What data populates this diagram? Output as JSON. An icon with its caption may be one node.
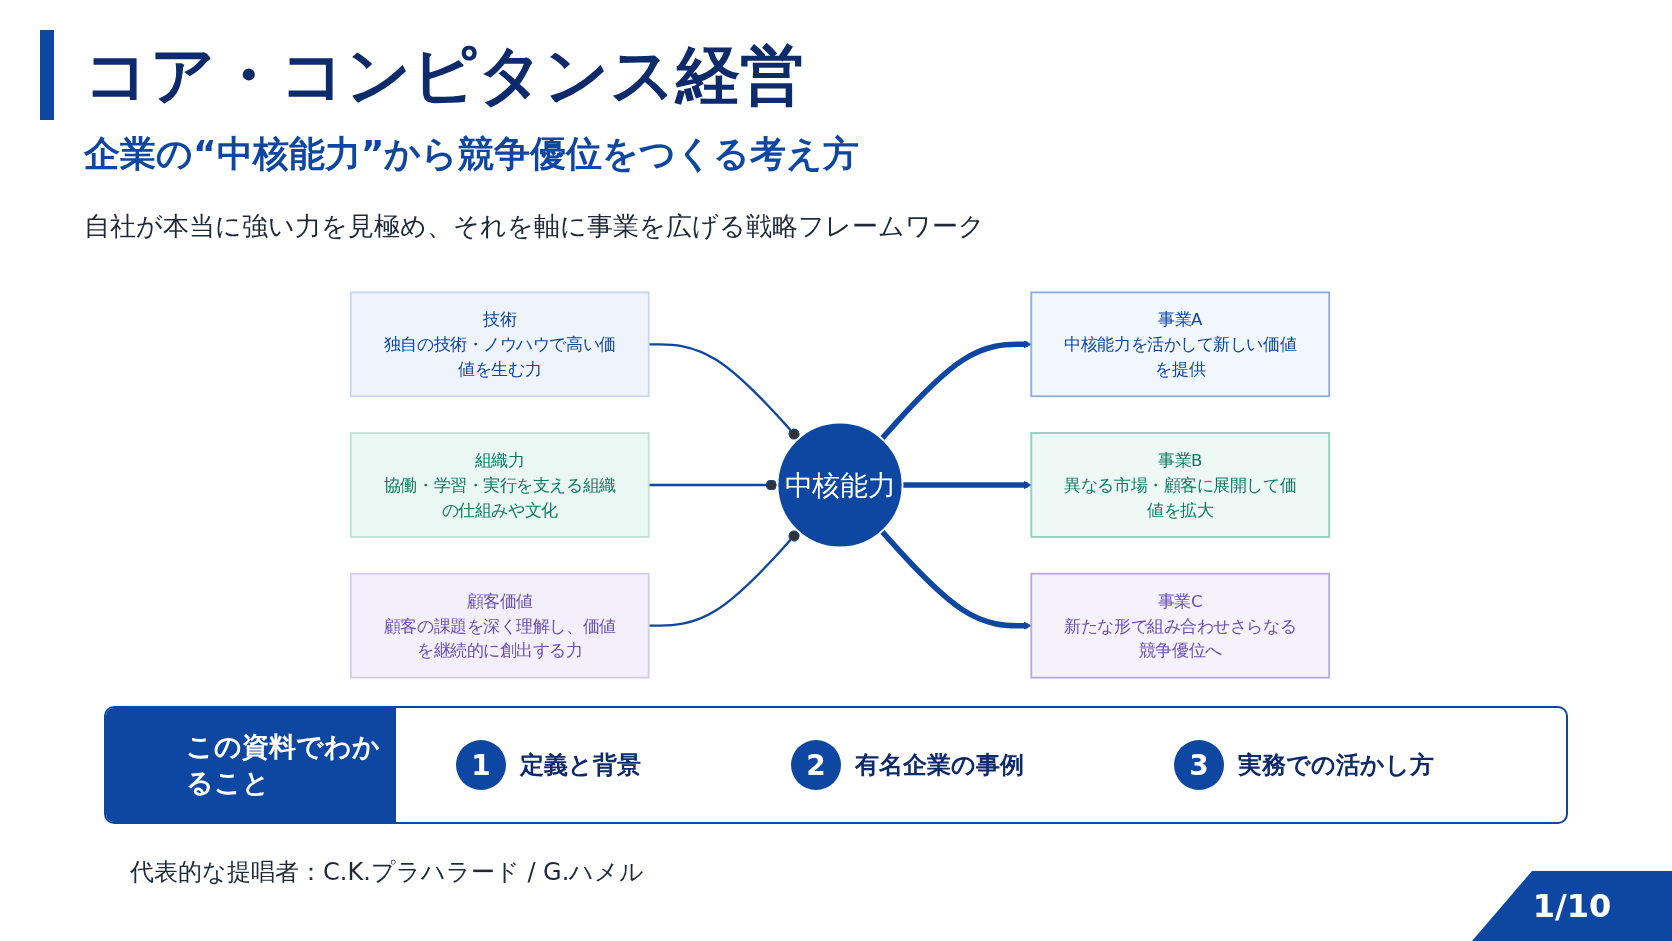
{
  "diagram": {
    "title": "コア・コンピタンス経営",
    "nodes": [
      {
        "text": [
          "技術",
          "独自の技術・ノウハウで高い価値を生む力"
        ]
      },
      {
        "text": [
          "組織力",
          "協働・学習・実行を支える組織の仕組みや文化"
        ]
      },
      {
        "text": [
          "顧客価値",
          "顧客の課題を深く理解し、価値を継続的に創出する力"
        ]
      },
      {
        "text": [
          "中核能力"
        ]
      },
      {
        "text": [
          "事業A",
          "中核能力を活かして新しい価値を提供"
        ]
      },
      {
        "text": [
          "事業B",
          "異なる市場・顧客に展開して価値を拡大"
        ]
      },
      {
        "text": [
          "事業C",
          "新たな形で組み合わせさらなる競争優位へ"
        ]
      }
    ],
    "edges": [
      {
        "from": 0,
        "to": 3,
        "arrow": "other"
      },
      {
        "from": 1,
        "to": 3,
        "arrow": "other"
      },
      {
        "from": 2,
        "to": 3,
        "arrow": "other"
      },
      {
        "from": 3,
        "to": 4,
        "arrow": "to",
        "style": "thick"
      },
      {
        "from": 3,
        "to": 5,
        "arrow": "to",
        "style": "thick"
      },
      {
        "from": 3,
        "to": 6,
        "arrow": "to",
        "style": "thick"
      }
    ],
    "labels": [
      "企業の“中核能力”から競争優位をつくる考え方",
      "自社が本当に強い力を見極め、それを軸に事業を広げる戦略フレームワーク",
      "この資料でわかること",
      "1",
      "定義と背景",
      "2",
      "有名企業の事例",
      "3",
      "実務での活かし方",
      "代表的な提唱者：C.K.プラハラード / G.ハメル",
      "1/10"
    ]
  }
}
